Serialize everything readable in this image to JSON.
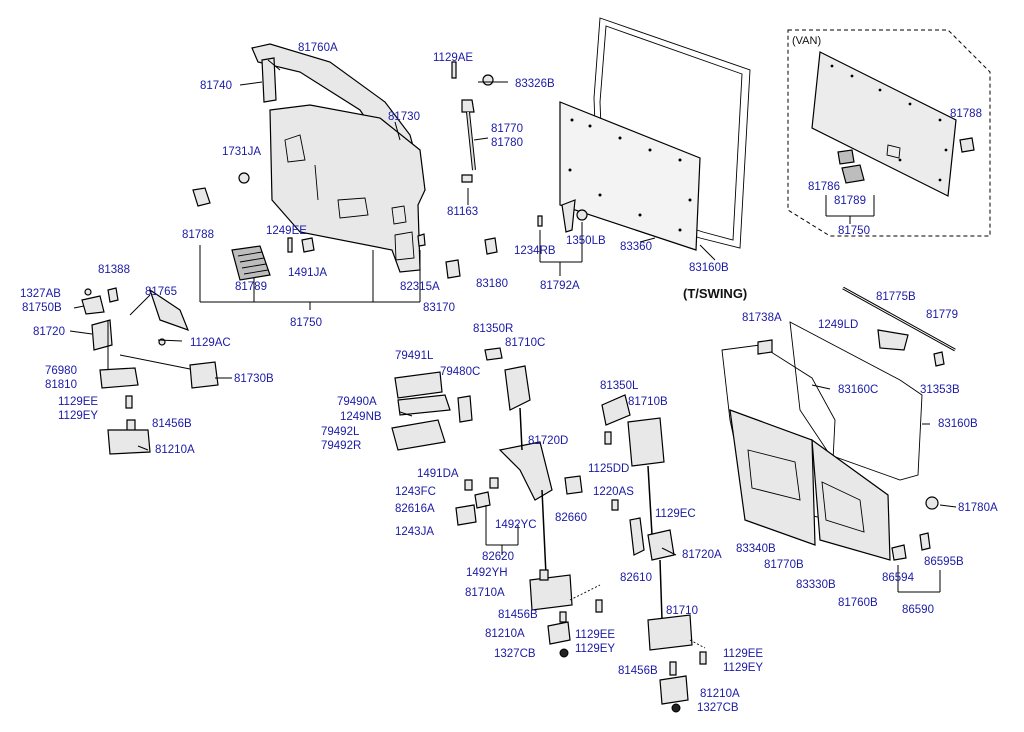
{
  "diagram": {
    "section_title": "(T/SWING)",
    "van_label": "(VAN)",
    "labels": {
      "p81760A": "81760A",
      "p81740": "81740",
      "p81730": "81730",
      "p1731JA": "1731JA",
      "p81788": "81788",
      "p1249EE": "1249EE",
      "p1491JA": "1491JA",
      "p81789": "81789",
      "p82315A": "82315A",
      "p81750": "81750",
      "p1129AE": "1129AE",
      "p83326B": "83326B",
      "p81770": "81770",
      "p81780": "81780",
      "p81163": "81163",
      "p83180": "83180",
      "p83170": "83170",
      "p1234RB": "1234RB",
      "p1350LB": "1350LB",
      "p81792A": "81792A",
      "p83360": "83360",
      "p83160B_top": "83160B",
      "p81788_van": "81788",
      "p81786": "81786",
      "p81789_van": "81789",
      "p81750_van": "81750",
      "p81388": "81388",
      "p1327AB": "1327AB",
      "p81750B": "81750B",
      "p81765": "81765",
      "p81720": "81720",
      "p1129AC": "1129AC",
      "p76980": "76980",
      "p81810": "81810",
      "p81730B": "81730B",
      "p1129EE_l": "1129EE",
      "p1129EY_l": "1129EY",
      "p81456B_l": "81456B",
      "p81210A_l": "81210A",
      "p81350R": "81350R",
      "p81710C": "81710C",
      "p79491L": "79491L",
      "p79480C": "79480C",
      "p79490A": "79490A",
      "p1249NB": "1249NB",
      "p79492L": "79492L",
      "p79492R": "79492R",
      "p81720D": "81720D",
      "p1491DA": "1491DA",
      "p1243FC": "1243FC",
      "p82616A": "82616A",
      "p1243JA": "1243JA",
      "p1492YC": "1492YC",
      "p82660": "82660",
      "p82620": "82620",
      "p1492YH": "1492YH",
      "p81710A": "81710A",
      "p81456B_c": "81456B",
      "p81210A_c": "81210A",
      "p1129EE_c": "1129EE",
      "p1129EY_c": "1129EY",
      "p1327CB_c": "1327CB",
      "p81350L": "81350L",
      "p81710B": "81710B",
      "p1125DD": "1125DD",
      "p1220AS": "1220AS",
      "p1129EC": "1129EC",
      "p82610": "82610",
      "p81720A": "81720A",
      "p81710": "81710",
      "p81456B_r": "81456B",
      "p1129EE_r": "1129EE",
      "p1129EY_r": "1129EY",
      "p81210A_r": "81210A",
      "p1327CB_r": "1327CB",
      "p81775B": "81775B",
      "p81738A": "81738A",
      "p1249LD": "1249LD",
      "p81779": "81779",
      "p31353B": "31353B",
      "p83160C": "83160C",
      "p83160B_r": "83160B",
      "p81780A": "81780A",
      "p83340B": "83340B",
      "p81770B": "81770B",
      "p83330B": "83330B",
      "p81760B": "81760B",
      "p86594": "86594",
      "p86595B": "86595B",
      "p86590": "86590"
    }
  }
}
